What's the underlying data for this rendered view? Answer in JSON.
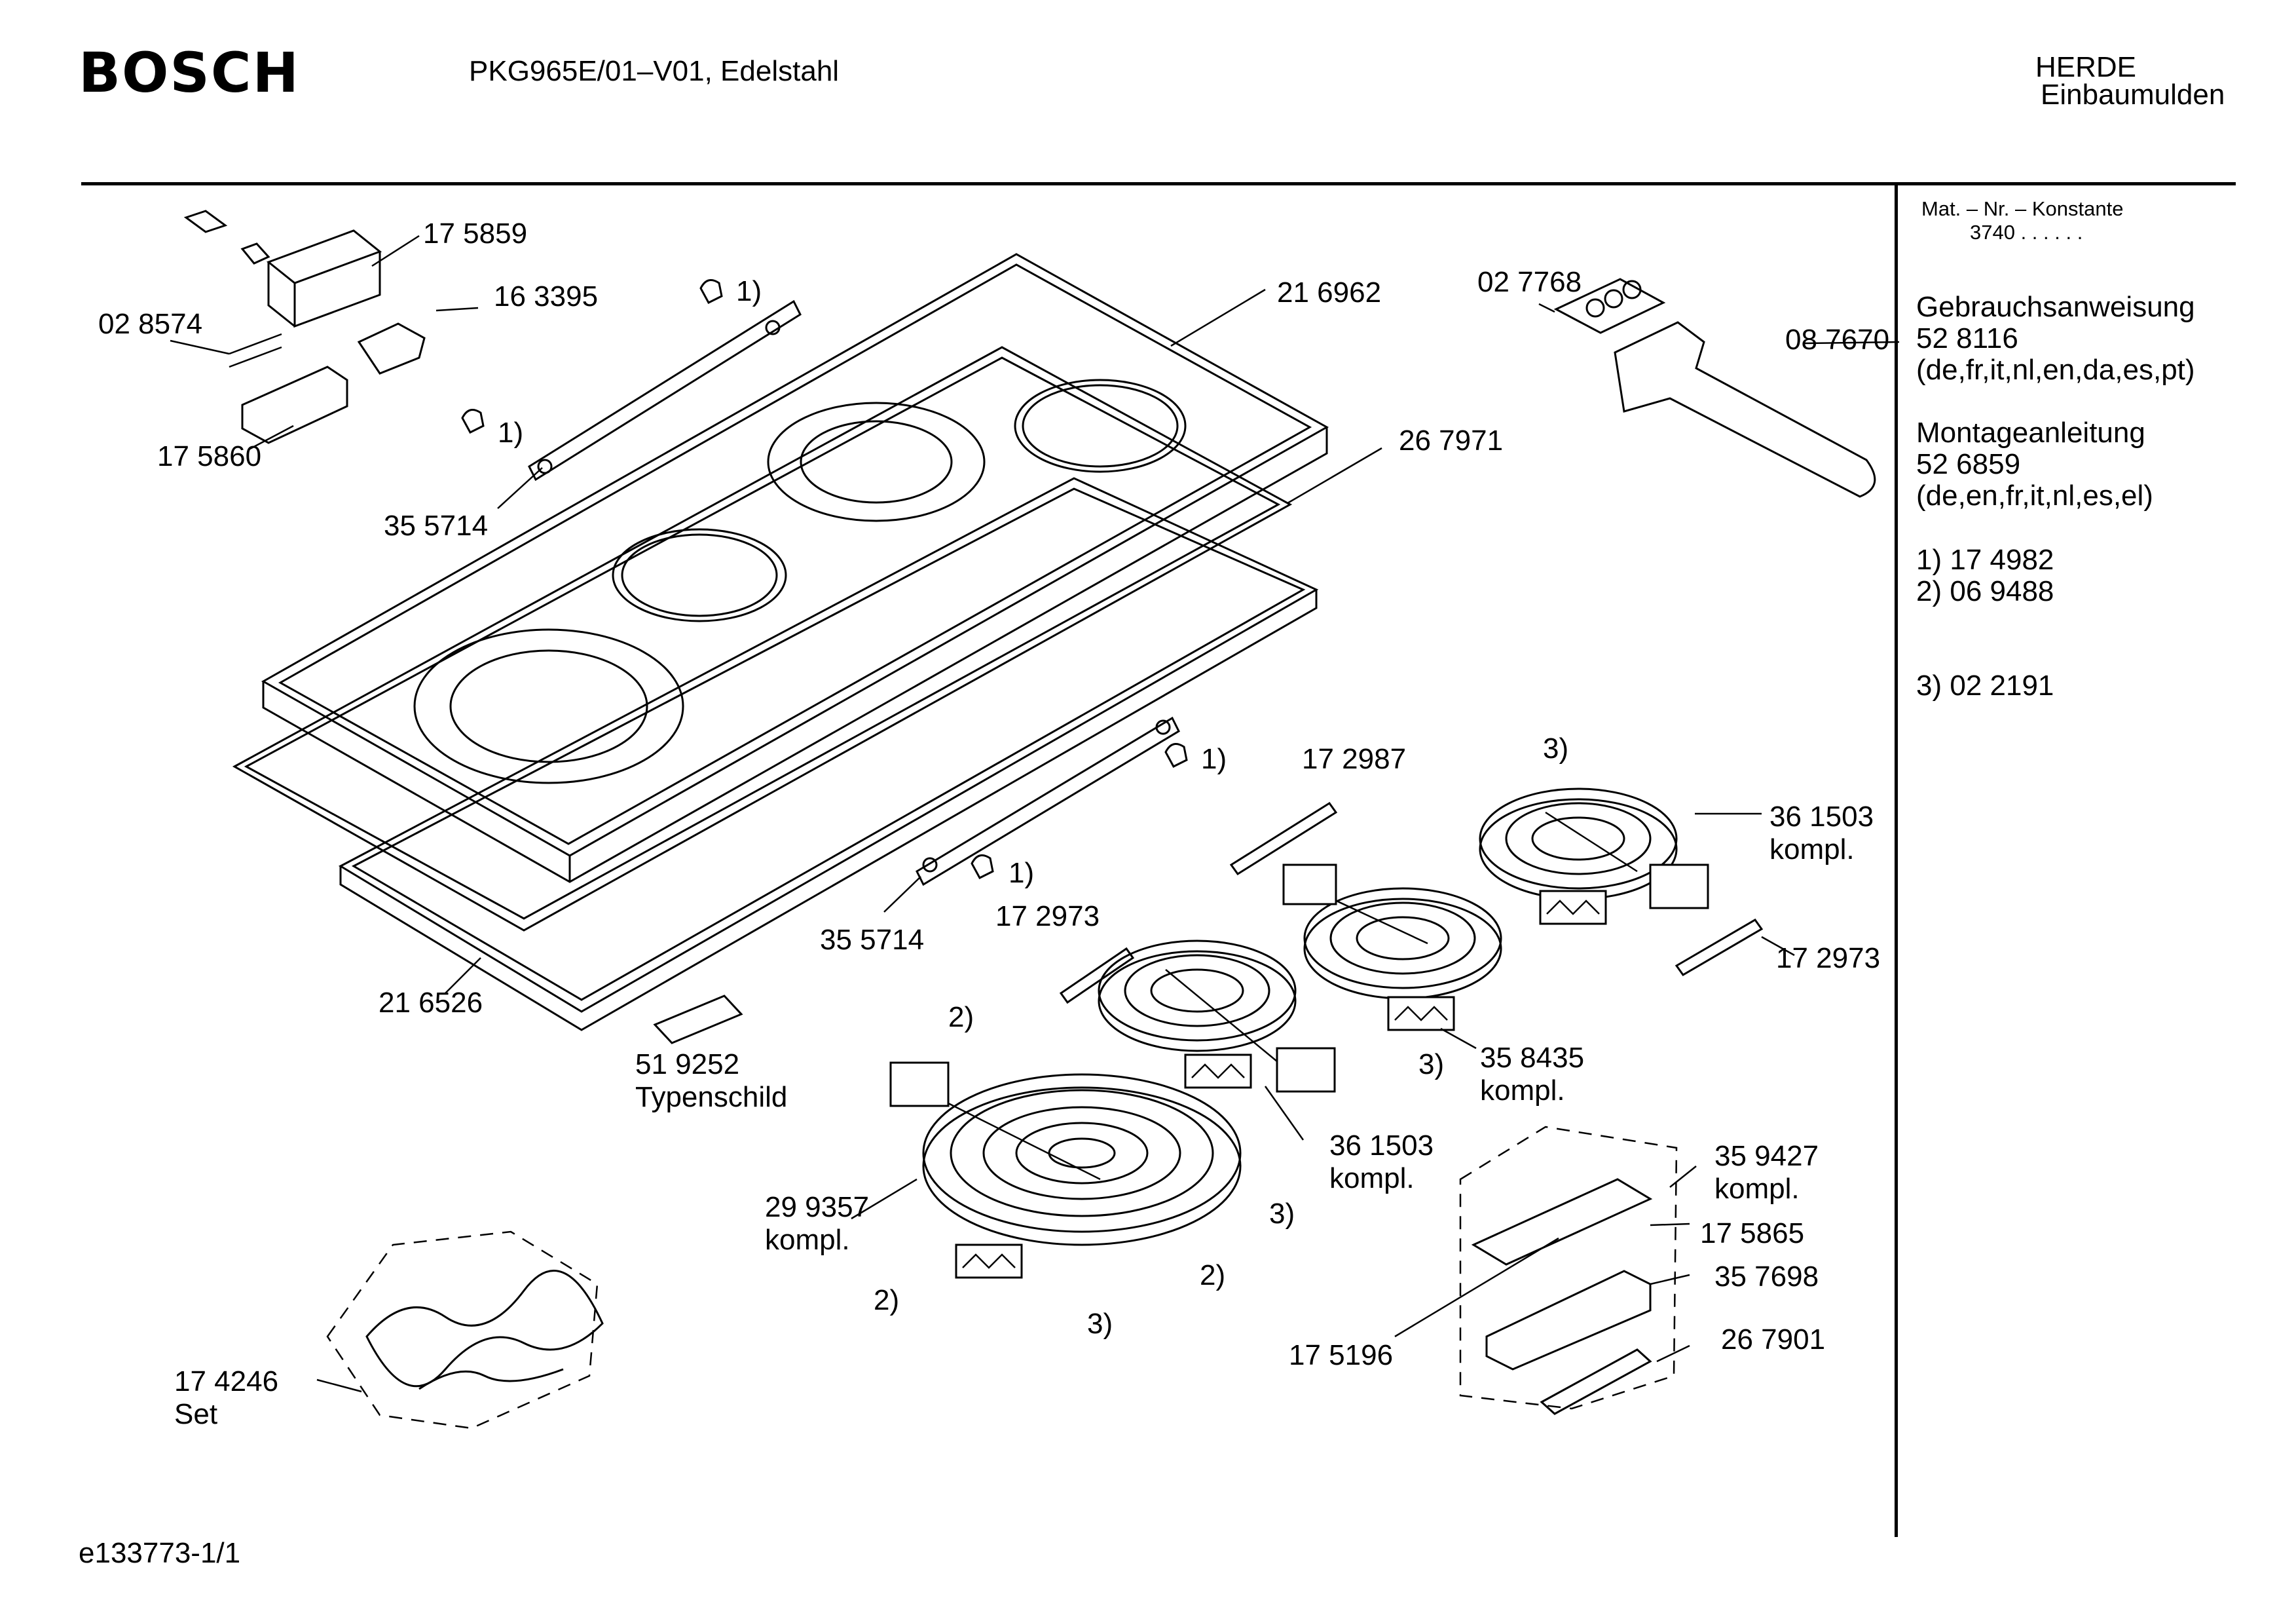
{
  "header": {
    "brand": "BOSCH",
    "model": "PKG965E/01–V01, Edelstahl",
    "category": "HERDE",
    "subcategory": "Einbaumulden"
  },
  "sidebar": {
    "mat_label": "Mat. – Nr. – Konstante",
    "mat_value": "3740  .  .  .  .  .  .",
    "sections": [
      {
        "title": "Gebrauchsanweisung",
        "number": "52 8116",
        "langs": "(de,fr,it,nl,en,da,es,pt)"
      },
      {
        "title": "Montageanleitung",
        "number": "52 6859",
        "langs": "(de,en,fr,it,nl,es,el)"
      }
    ],
    "notes": [
      "1) 17 4982",
      "2) 06 9488",
      "3) 02 2191"
    ]
  },
  "parts": {
    "p175859": "17 5859",
    "p163395": "16 3395",
    "p028574": "02 8574",
    "p175860": "17 5860",
    "p355714_top": "35 5714",
    "p216962": "21 6962",
    "p027768": "02 7768",
    "p087670": "08 7670",
    "p267971": "26 7971",
    "p172987": "17 2987",
    "p361503_right": "36 1503",
    "p361503_right_sub": "kompl.",
    "p172973_left": "17 2973",
    "p172973_right": "17 2973",
    "p355714_bottom": "35 5714",
    "p216526": "21 6526",
    "p519252": "51 9252",
    "p519252_sub": "Typenschild",
    "p358435": "35 8435",
    "p358435_sub": "kompl.",
    "p361503_mid": "36 1503",
    "p361503_mid_sub": "kompl.",
    "p299357": "29 9357",
    "p299357_sub": "kompl.",
    "p359427": "35 9427",
    "p359427_sub": "kompl.",
    "p175865": "17 5865",
    "p357698": "35 7698",
    "p175196": "17 5196",
    "p267901": "26 7901",
    "p174246": "17 4246",
    "p174246_sub": "Set"
  },
  "markers": {
    "m1a": "1)",
    "m1b": "1)",
    "m1c": "1)",
    "m1d": "1)",
    "m2a": "2)",
    "m2b": "2)",
    "m2c": "2)",
    "m3a": "3)",
    "m3b": "3)",
    "m3c": "3)",
    "m3d": "3)"
  },
  "footer": {
    "code": "e133773-1/1"
  }
}
